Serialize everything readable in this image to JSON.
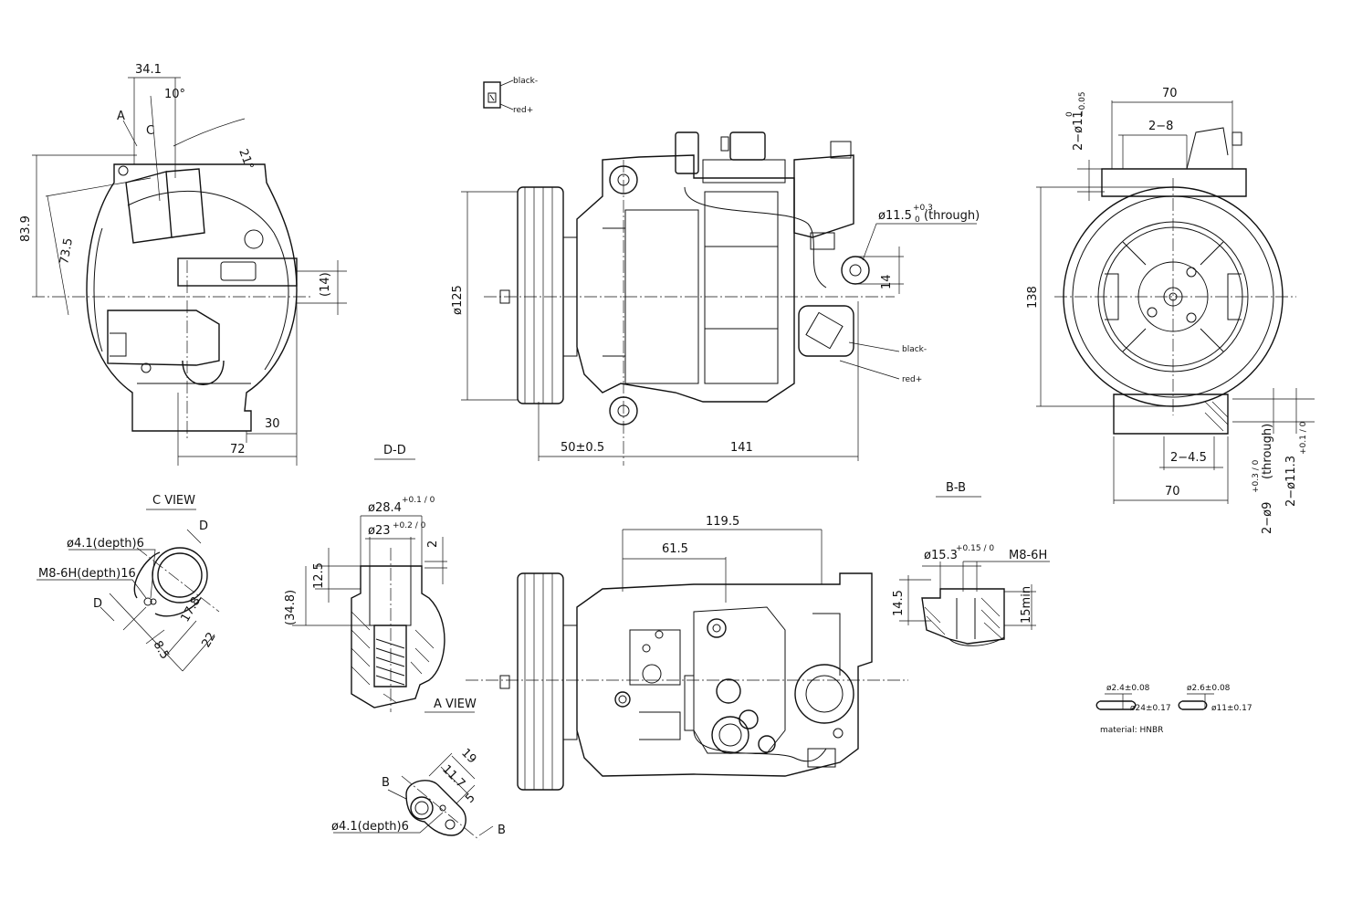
{
  "side_view_left": {
    "dim_34_1": "34.1",
    "dim_10deg": "10°",
    "dim_21deg": "21°",
    "dim_83_9": "83.9",
    "dim_73_5": "73.5",
    "dim_14_paren": "(14)",
    "dim_30": "30",
    "dim_72": "72",
    "marker_a": "A",
    "marker_c": "C"
  },
  "connector_top": {
    "black": "black-",
    "red": "red+"
  },
  "front_view": {
    "dim_125": "ø125",
    "dim_through": "ø11.5",
    "dim_through_tol_up": "+0.3",
    "dim_through_tol_dn": "0",
    "dim_through_suffix": "(through)",
    "dim_14": "14",
    "dim_50": "50±0.5",
    "dim_141": "141",
    "black": "black-",
    "red": "red+"
  },
  "right_view": {
    "dim_70_top": "70",
    "dim_2_8": "2−8",
    "dim_2_phi11": "2−ø11",
    "dim_2_phi11_tol_up": "0",
    "dim_2_phi11_tol_dn": "−0.05",
    "dim_138": "138",
    "dim_2_4_5": "2−4.5",
    "dim_70_bottom": "70",
    "dim_2_phi9": "2−ø9",
    "dim_2_phi9_tol": "+0.3 / 0",
    "dim_2_phi9_suffix": "(through)",
    "dim_2_phi11_3": "2−ø11.3",
    "dim_2_phi11_3_tol": "+0.1 / 0"
  },
  "section_labels": {
    "dd": "D-D",
    "bb": "B-B",
    "c_view": "C VIEW",
    "a_view": "A VIEW"
  },
  "c_view": {
    "hole": "ø4.1(depth)6",
    "thread": "M8-6H(depth)16",
    "marker_d_top": "D",
    "marker_d_left": "D",
    "dim_8_5": "8.5",
    "dim_17_8": "17.8",
    "dim_22": "22"
  },
  "dd_section": {
    "dim_28_4": "ø28.4",
    "dim_28_4_tol": "+0.1 / 0",
    "dim_23": "ø23",
    "dim_23_tol": "+0.2 / 0",
    "dim_2": "2",
    "dim_12_5": "12.5",
    "dim_34_8": "(34.8)"
  },
  "b_view": {
    "marker_b_top": "B",
    "marker_b_bottom": "B",
    "dim_19": "19",
    "dim_11_7": "11.7",
    "dim_5": "5",
    "hole": "ø4.1(depth)6"
  },
  "bottom_view": {
    "dim_119_5": "119.5",
    "dim_61_5": "61.5"
  },
  "bb_section": {
    "dim_15_3": "ø15.3",
    "dim_15_3_tol": "+0.15 / 0",
    "thread": "M8-6H",
    "dim_14_5": "14.5",
    "dim_15min": "15min"
  },
  "orings": {
    "ring1_thick": "ø2.4±0.08",
    "ring1_dia": "ø24±0.17",
    "ring2_thick": "ø2.6±0.08",
    "ring2_dia": "ø11±0.17",
    "material": "material: HNBR"
  }
}
